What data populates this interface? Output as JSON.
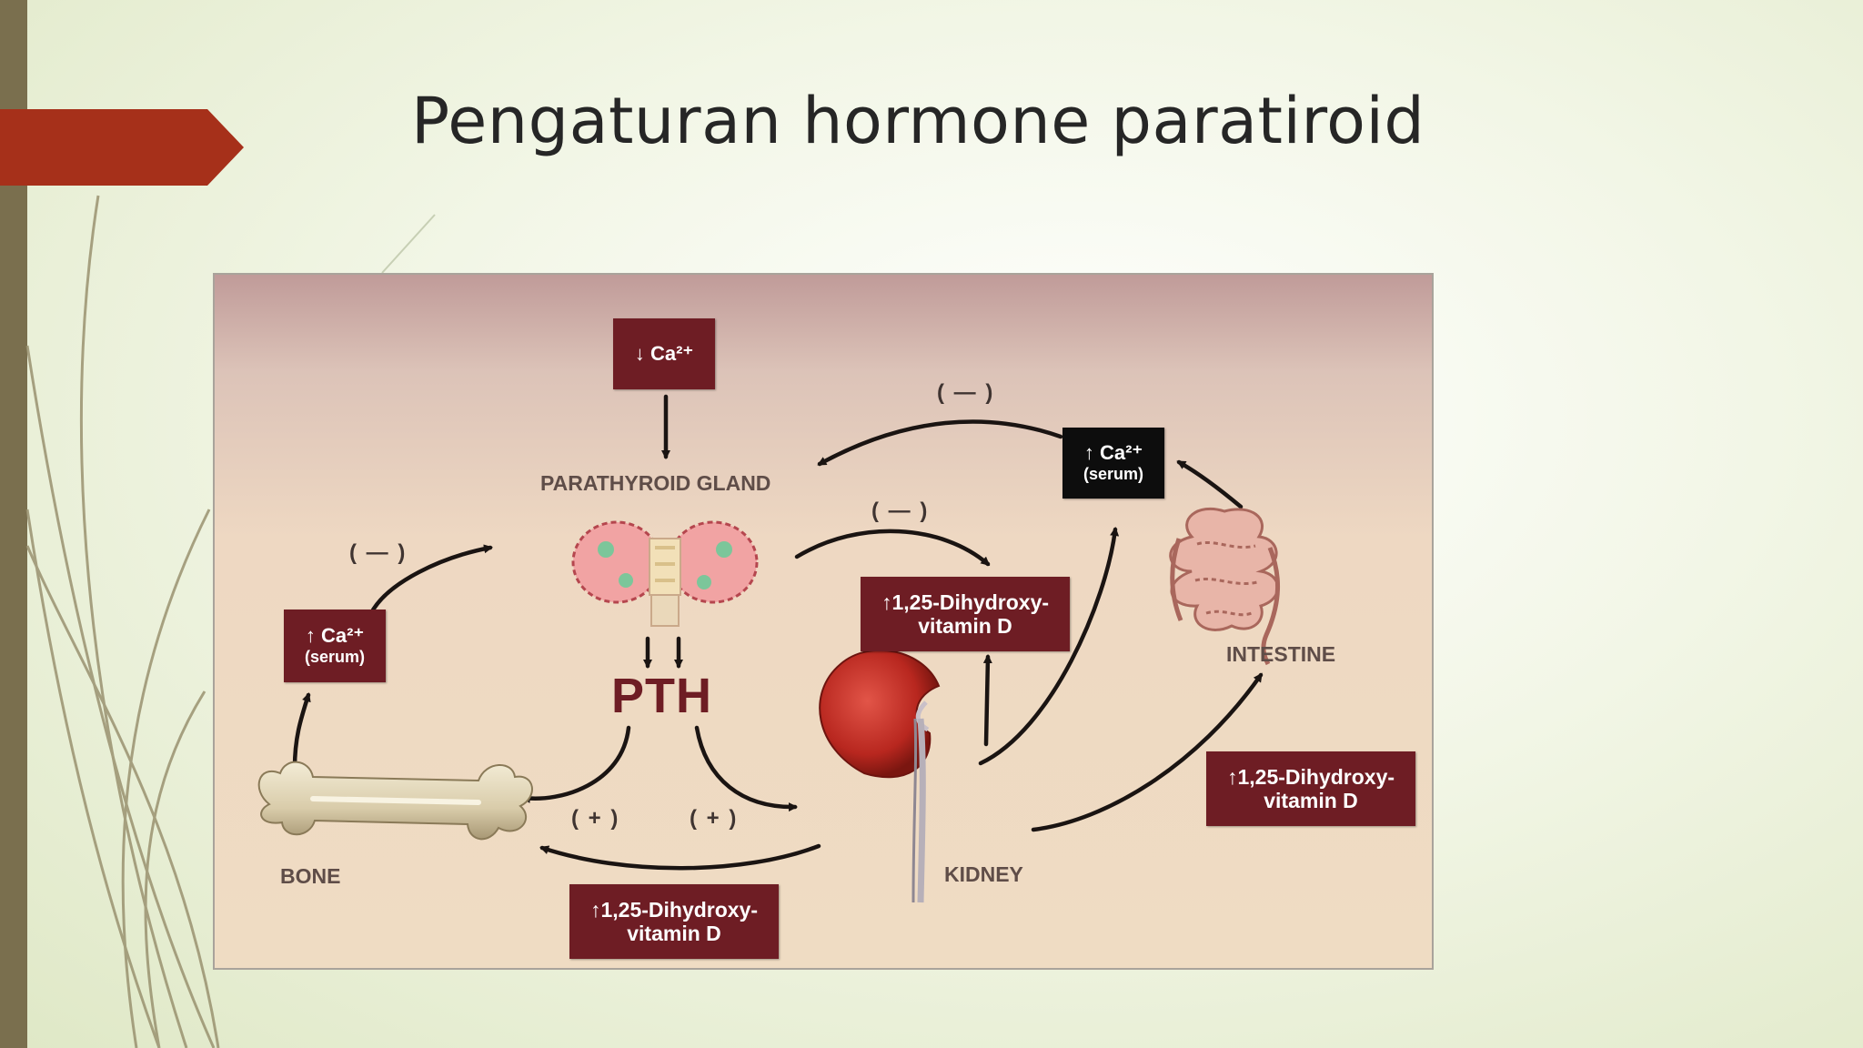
{
  "slide": {
    "title": "Pengaturan hormone paratiroid",
    "accent_color": "#a6301a",
    "sidebar_color": "#7a6f4e"
  },
  "diagram": {
    "trigger_box": "↓ Ca²⁺",
    "serum_box_top": {
      "line1": "↑ Ca²⁺",
      "line2": "(serum)"
    },
    "serum_box_left": {
      "line1": "↑ Ca²⁺",
      "line2": "(serum)"
    },
    "vitd_center": {
      "line1": "↑1,25-Dihydroxy-",
      "line2": "vitamin D"
    },
    "vitd_right": {
      "line1": "↑1,25-Dihydroxy-",
      "line2": "vitamin D"
    },
    "vitd_bottom": {
      "line1": "↑1,25-Dihydroxy-",
      "line2": "vitamin D"
    },
    "labels": {
      "parathyroid": "PARATHYROID GLAND",
      "pth": "PTH",
      "bone": "BONE",
      "kidney": "KIDNEY",
      "intestine": "INTESTINE"
    },
    "signs": {
      "top_neg": "( — )",
      "mid_neg": "( — )",
      "left_neg": "( — )",
      "plus_left": "( + )",
      "plus_right": "( + )"
    },
    "colors": {
      "box_fill": "#6e1d24",
      "serum_box_fill": "#0d0d0d",
      "background": "#efdcc3"
    }
  }
}
